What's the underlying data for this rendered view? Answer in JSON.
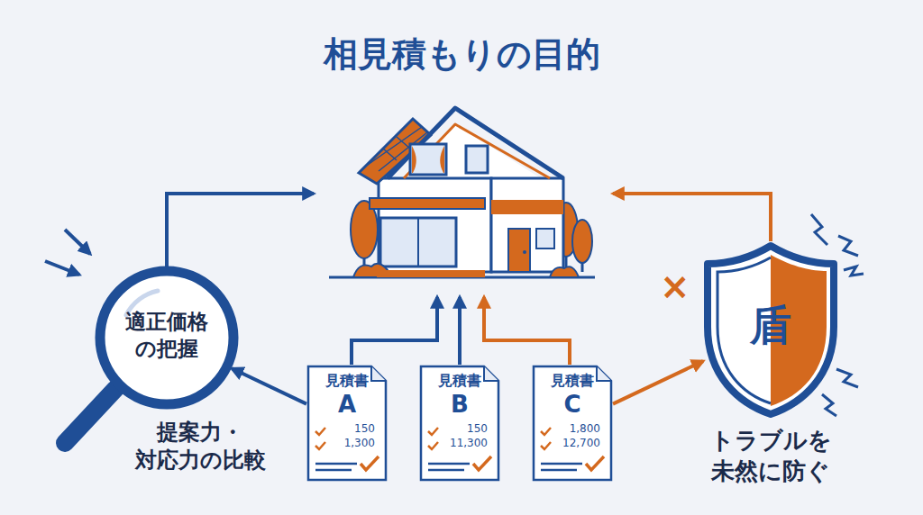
{
  "diagram": {
    "title": "相見積もりの目的",
    "nodes": [
      {
        "text": [
          "適正価格 の把握",
          "提案力・ 対応力の比較"
        ]
      },
      {
        "text": [
          "見積書",
          "A",
          "150",
          "1,300"
        ]
      },
      {
        "text": [
          "見積書",
          "B",
          "150",
          "11,300"
        ]
      },
      {
        "text": [
          "見積書",
          "C",
          "1,800",
          "12,700"
        ]
      },
      {
        "text": [
          "盾",
          "トラブルを 未然に防ぐ"
        ]
      }
    ],
    "edges": [
      {
        "from": 1,
        "to": 0,
        "arrow": "to"
      },
      {
        "from": 3,
        "to": 4,
        "arrow": "to"
      }
    ],
    "labels": [
      "×"
    ]
  }
}
